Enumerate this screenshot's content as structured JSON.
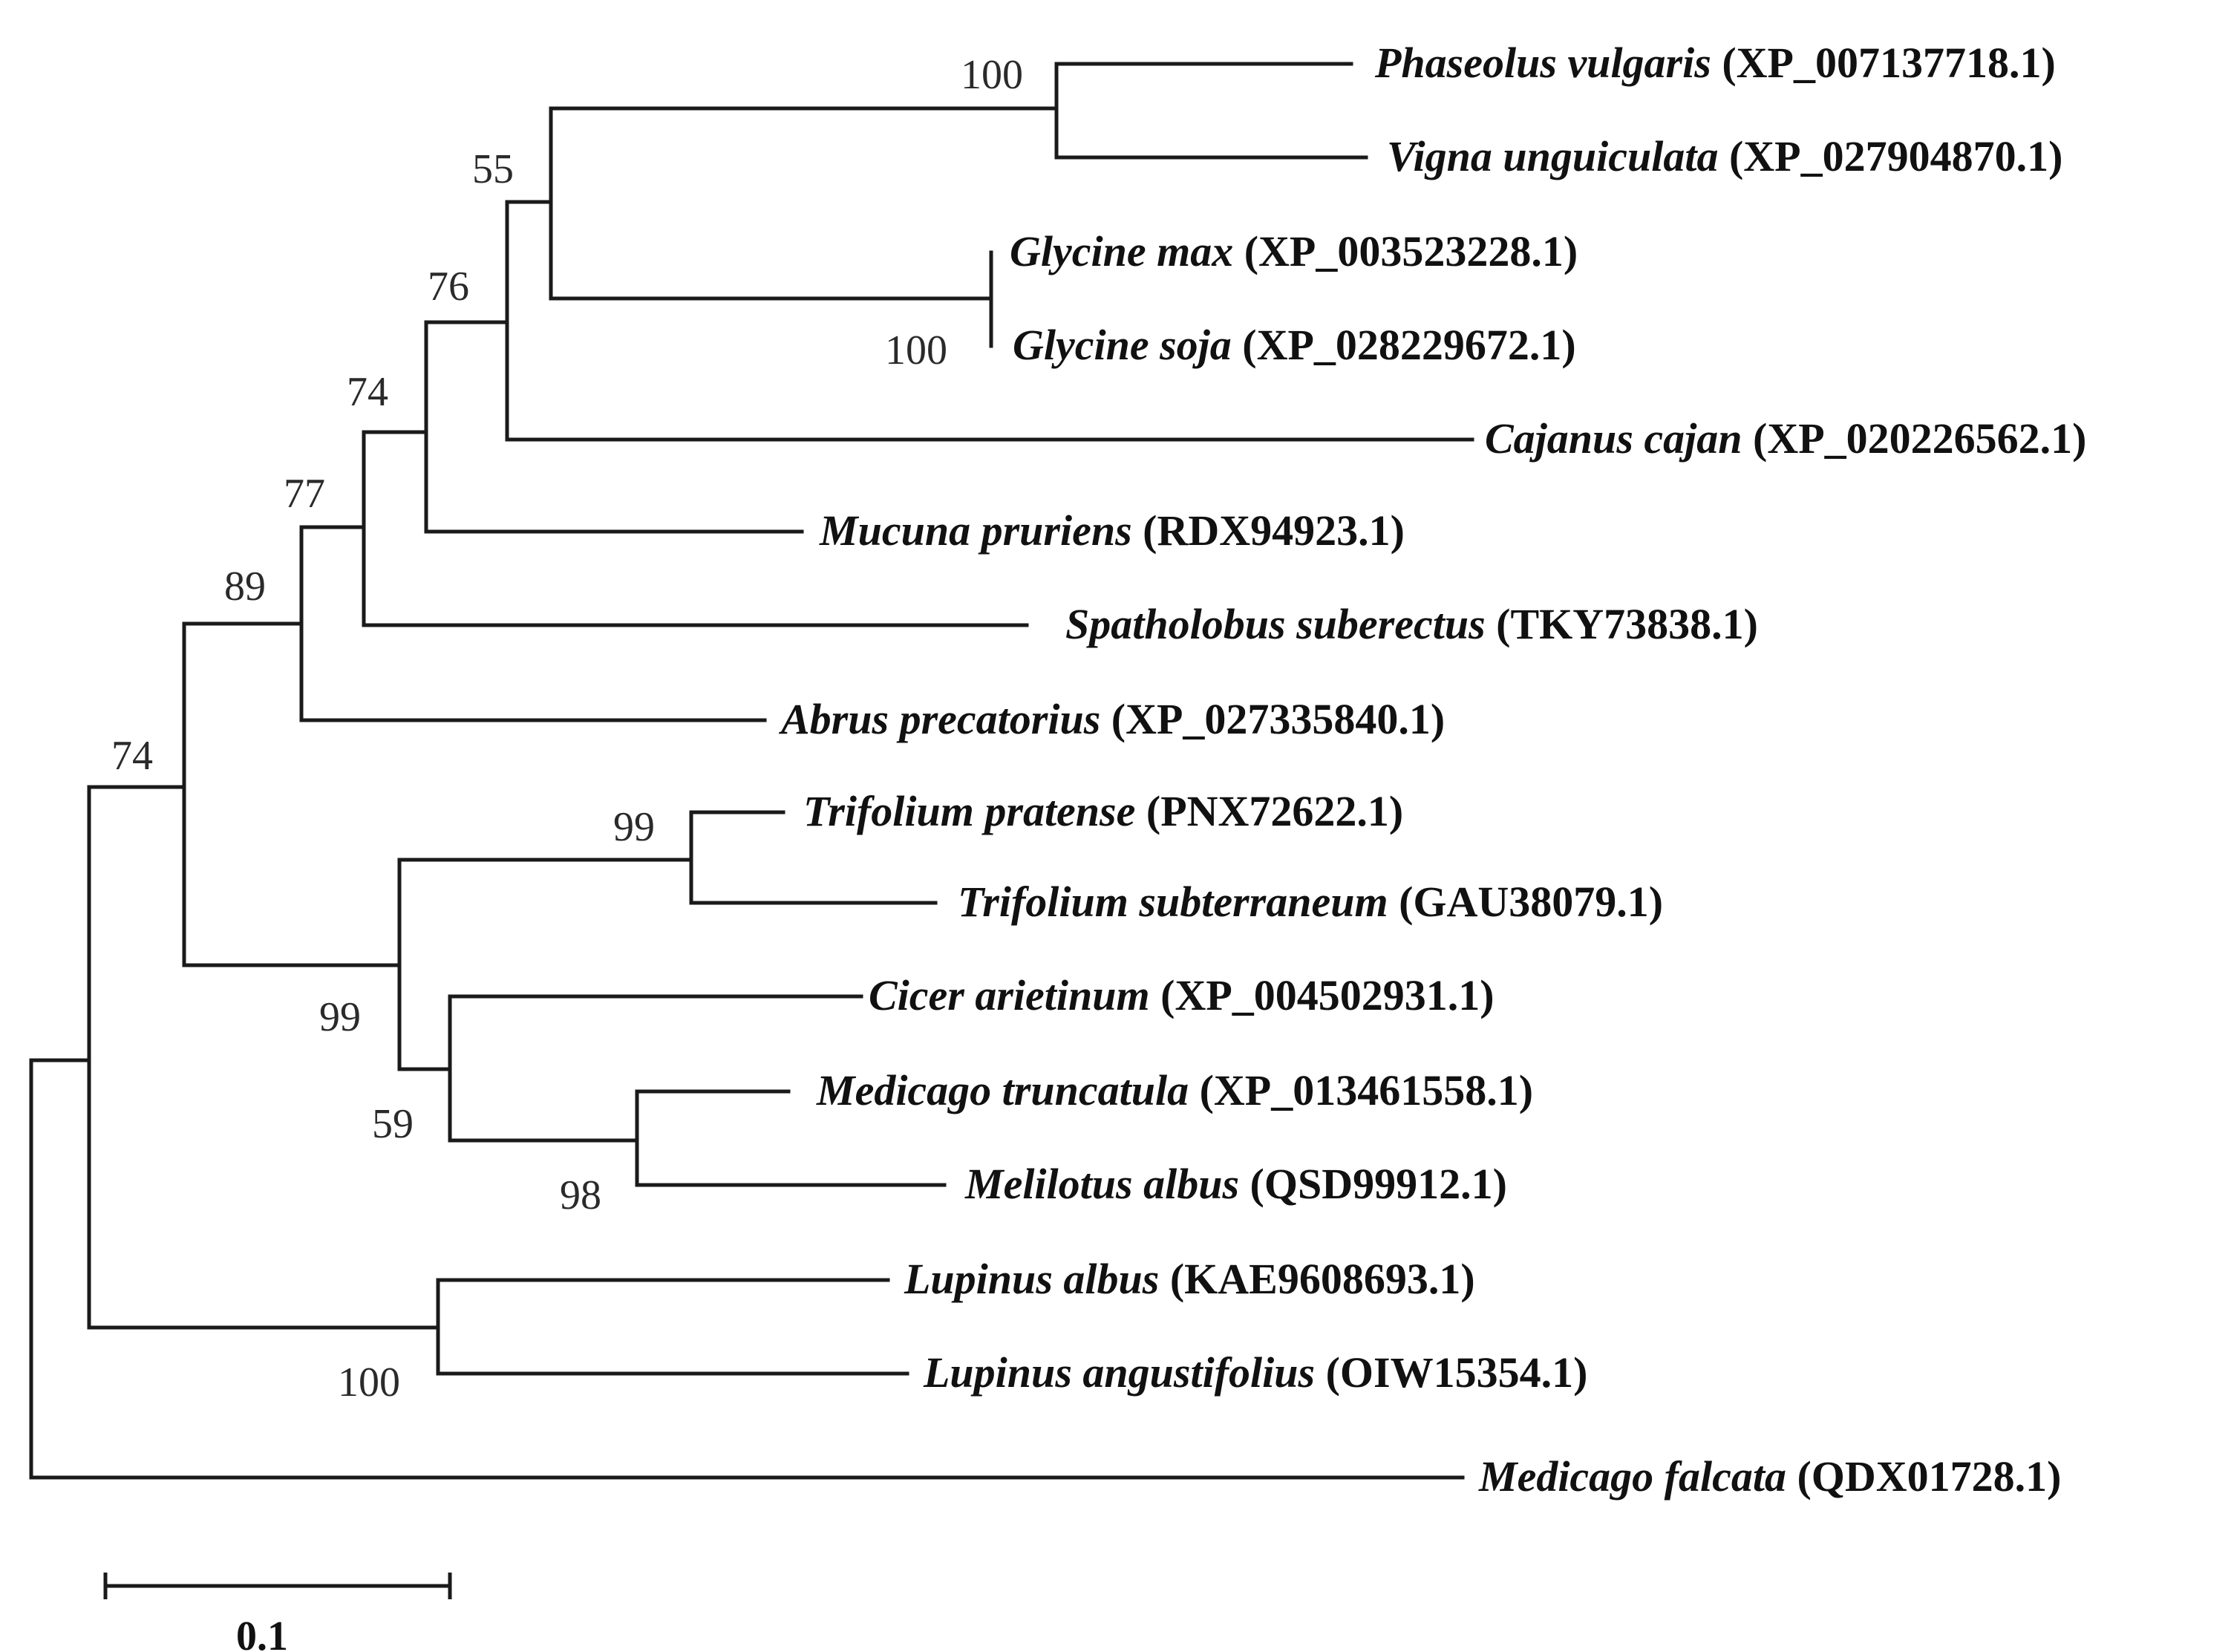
{
  "tree": {
    "taxa": [
      {
        "id": "phaseolus",
        "species": "Phaseolus vulgaris",
        "accession": "(XP_007137718.1)"
      },
      {
        "id": "vigna",
        "species": "Vigna unguiculata",
        "accession": "(XP_027904870.1)"
      },
      {
        "id": "glycine-max",
        "species": "Glycine max",
        "accession": "(XP_003523228.1)"
      },
      {
        "id": "glycine-soja",
        "species": "Glycine soja",
        "accession": "(XP_028229672.1)"
      },
      {
        "id": "cajanus",
        "species": "Cajanus cajan",
        "accession": "(XP_020226562.1)"
      },
      {
        "id": "mucuna",
        "species": "Mucuna pruriens",
        "accession": "(RDX94923.1)"
      },
      {
        "id": "spatholobus",
        "species": "Spatholobus suberectus",
        "accession": "(TKY73838.1)"
      },
      {
        "id": "abrus",
        "species": "Abrus precatorius",
        "accession": "(XP_027335840.1)"
      },
      {
        "id": "trifolium-pratense",
        "species": "Trifolium pratense",
        "accession": "(PNX72622.1)"
      },
      {
        "id": "trifolium-subterraneum",
        "species": "Trifolium subterraneum",
        "accession": "(GAU38079.1)"
      },
      {
        "id": "cicer",
        "species": "Cicer arietinum",
        "accession": "(XP_004502931.1)"
      },
      {
        "id": "medicago-truncatula",
        "species": "Medicago truncatula",
        "accession": "(XP_013461558.1)"
      },
      {
        "id": "melilotus",
        "species": "Melilotus albus",
        "accession": "(QSD99912.1)"
      },
      {
        "id": "lupinus-albus",
        "species": "Lupinus albus",
        "accession": "(KAE9608693.1)"
      },
      {
        "id": "lupinus-angustifolius",
        "species": "Lupinus angustifolius",
        "accession": "(OIW15354.1)"
      },
      {
        "id": "medicago-falcata",
        "species": "Medicago falcata",
        "accession": "(QDX01728.1)"
      }
    ],
    "bootstrap_values": [
      {
        "node": "phaseolus-vigna",
        "value": "100"
      },
      {
        "node": "phaseolus-glycine",
        "value": "55"
      },
      {
        "node": "phaseolus-cajanus",
        "value": "76"
      },
      {
        "node": "phaseolus-mucuna",
        "value": "74"
      },
      {
        "node": "phaseolus-spatholobus",
        "value": "77"
      },
      {
        "node": "phaseolus-abrus",
        "value": "89"
      },
      {
        "node": "glycine-pair",
        "value": "100"
      },
      {
        "node": "trifolium-pair",
        "value": "99"
      },
      {
        "node": "trifolium-melilotus",
        "value": "99"
      },
      {
        "node": "cicer-melilotus",
        "value": "59"
      },
      {
        "node": "medicago-melilotus",
        "value": "98"
      },
      {
        "node": "ingroup-main",
        "value": "74"
      },
      {
        "node": "lupinus-pair",
        "value": "100"
      }
    ]
  },
  "scale": {
    "label": "0.1"
  }
}
